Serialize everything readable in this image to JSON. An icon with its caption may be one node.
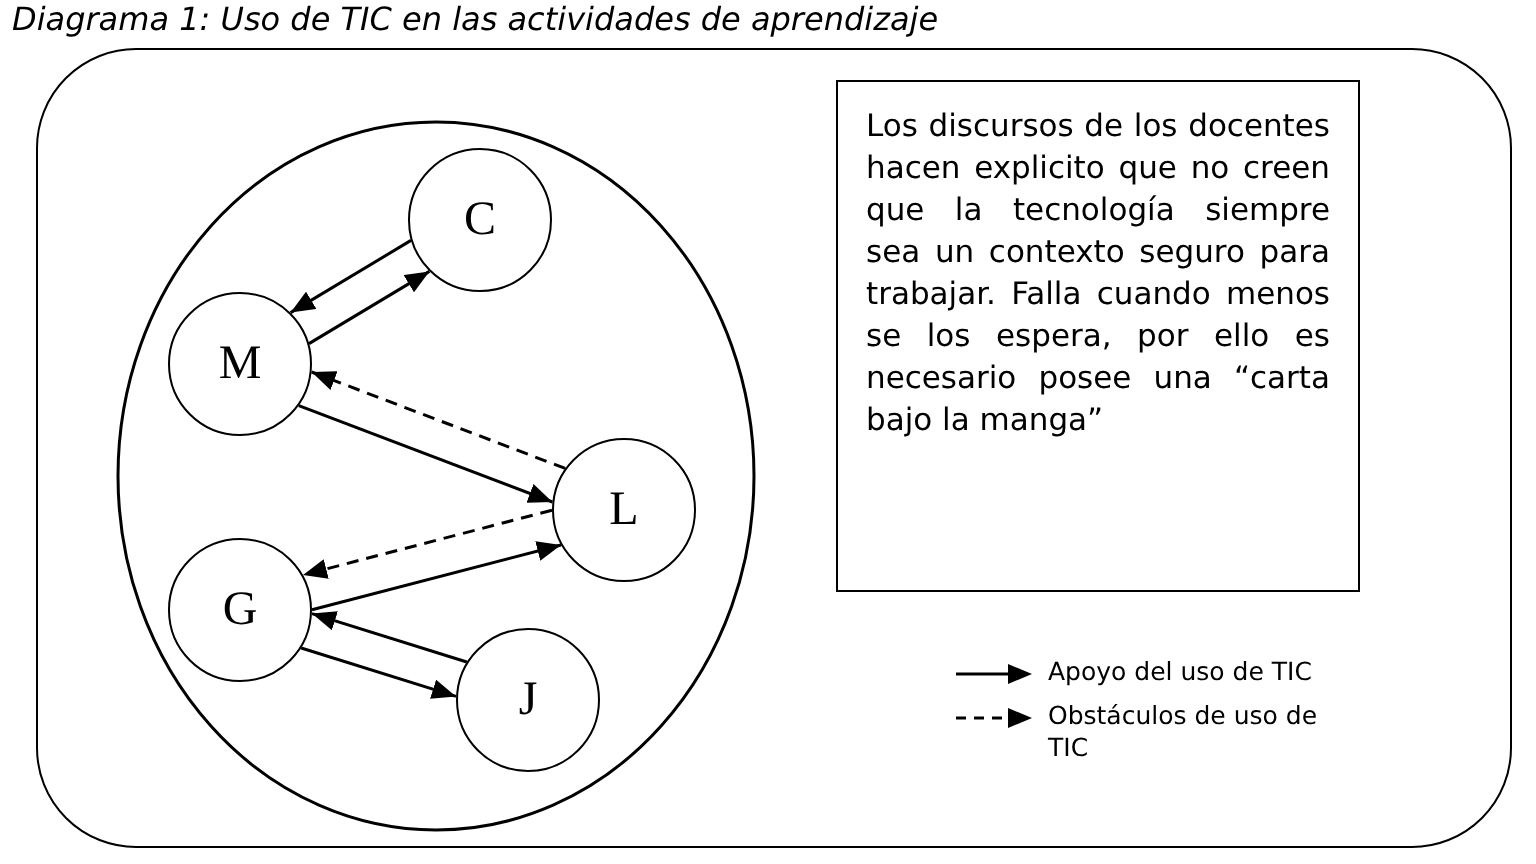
{
  "diagram": {
    "title": "Diagrama 1: Uso de TIC en las actividades de aprendizaje",
    "nodes": [
      {
        "text": [],
        "shape": "circle"
      },
      {
        "text": [
          "C"
        ],
        "in": 0
      },
      {
        "text": [
          "M"
        ],
        "in": 0
      },
      {
        "text": [
          "L"
        ],
        "in": 0
      },
      {
        "text": [
          "G"
        ],
        "in": 0
      },
      {
        "text": [
          "J"
        ],
        "in": 0
      },
      {
        "text": [
          "Los discursos de los docentes hacen explicito que no creen que la tecnología siempre sea un contexto seguro para trabajar. Falla cuando menos se los espera, por ello es necesario posee una “carta bajo la manga”"
        ]
      }
    ],
    "edges": [
      {
        "from": 2,
        "to": 1,
        "arrow": "to"
      },
      {
        "from": 1,
        "to": 2,
        "arrow": "to"
      },
      {
        "from": 3,
        "to": 2,
        "arrow": "to",
        "style": "dashed"
      },
      {
        "from": 2,
        "to": 3,
        "arrow": "to"
      },
      {
        "from": 4,
        "to": 3,
        "arrow": "to"
      },
      {
        "from": 3,
        "to": 4,
        "arrow": "to",
        "style": "dashed"
      },
      {
        "from": 4,
        "to": 5,
        "arrow": "to"
      },
      {
        "from": 5,
        "to": 4,
        "arrow": "to"
      }
    ],
    "legend": [
      {
        "text": "Apoyo del uso de TIC"
      },
      {
        "text": "Obstáculos de uso de TIC"
      }
    ]
  }
}
